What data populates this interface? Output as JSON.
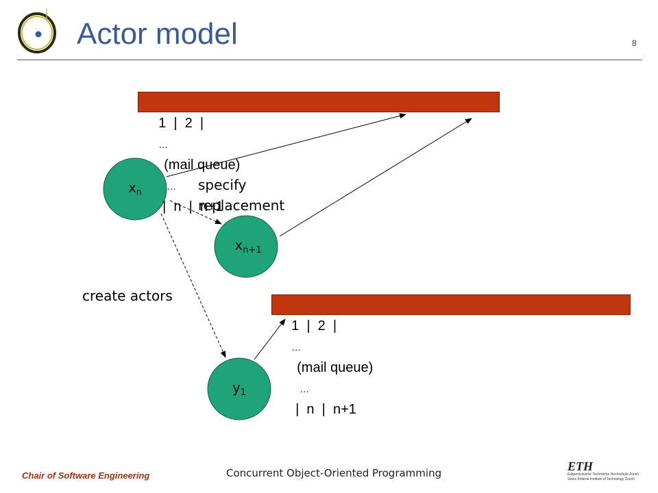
{
  "header": {
    "title": "Actor model",
    "page_number": "8"
  },
  "queues": [
    {
      "cells": "1  |  2  |",
      "ellipsis1": "…",
      "label": "(mail queue)",
      "ellipsis2": "…",
      "tail": "|  n  |  n+1"
    },
    {
      "cells": "1  |  2  |",
      "ellipsis1": "…",
      "label": "(mail queue)",
      "ellipsis2": "…",
      "tail": "|  n  |  n+1"
    }
  ],
  "actors": {
    "xn": {
      "base": "x",
      "sub": "n"
    },
    "xn1": {
      "base": "x",
      "sub": "n+1"
    },
    "y1": {
      "base": "y",
      "sub": "1"
    }
  },
  "notes": {
    "specify_line1": "specify",
    "specify_line2": "replacement",
    "create": "create actors"
  },
  "footer": {
    "left": "Chair of Software Engineering",
    "center": "Concurrent Object-Oriented Programming",
    "logo_text": "ETH",
    "logo_sub1": "Eidgenössische Technische Hochschule Zürich",
    "logo_sub2": "Swiss Federal Institute of Technology Zurich"
  },
  "colors": {
    "title": "#3b5998",
    "queue_fill": "#c1350f",
    "actor_fill": "#21a37a",
    "footer_left": "#a0331a"
  },
  "icons": {
    "logo": "eth-ring-logo-icon",
    "eth": "eth-wordmark-icon"
  }
}
